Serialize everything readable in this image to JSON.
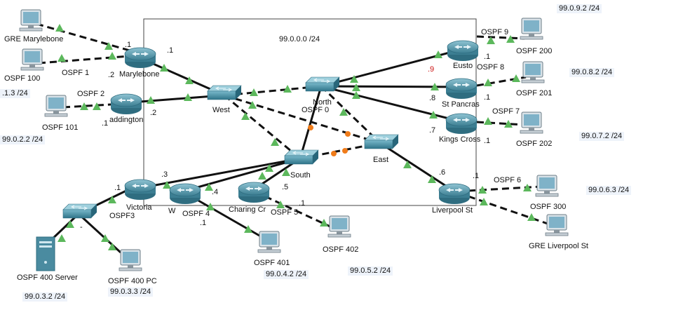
{
  "area_label": "99.0.0.0 /24",
  "subnets": {
    "s1": "99.0.9.2 /24",
    "s2": "99.0.8.2 /24",
    "s3": "99.0.7.2 /24",
    "s4": "99.0.6.3 /24",
    "s5": "99.0.5.2 /24",
    "s6": "99.0.4.2 /24",
    "s7": "99.0.3.2 /24",
    "s8": "99.0.3.3 /24",
    "s9": ".1.3 /24",
    "s10": "99.0.2.2 /24"
  },
  "routers": {
    "marylebone": "Marylebone",
    "paddington": "addington",
    "victoria": "Victoria",
    "waterloo": "W",
    "charing": "Charing Cr",
    "euston": "Eusto",
    "stpancras": "St Pancras",
    "kingscross": "Kings Cross",
    "liverpool": "Liverpool St"
  },
  "switches": {
    "west": "West",
    "north": "North",
    "south": "South",
    "east": "East"
  },
  "pcs": {
    "gre_marylebone": "GRE Marylebone",
    "ospf100": "OSPF 100",
    "ospf101": "OSPF 101",
    "ospf200": "OSPF 200",
    "ospf201": "OSPF 201",
    "ospf202": "OSPF 202",
    "ospf300": "OSPF 300",
    "gre_liverpool": "GRE Liverpool St",
    "ospf402": "OSPF 402",
    "ospf401": "OSPF 401",
    "server": "OSPF 400 Server",
    "pc400": "OSPF 400 PC"
  },
  "ospf_labels": {
    "o0": "OSPF 0",
    "o1": "OSPF 1",
    "o2": "OSPF 2",
    "o3": "OSPF3",
    "o4": "OSPF 4",
    "o5": "OSPF 5",
    "o6": "OSPF 6",
    "o7": "OSPF 7",
    "o8": "OSPF 8",
    "o9": "OSPF 9"
  },
  "ips": {
    "i1": ".1",
    "i2": ".1",
    "i3": ".2",
    "i4": ".2",
    "i5": ".1",
    "i6": ".9",
    "i7": ".1",
    "i8": ".8",
    "i9": ".1",
    "i10": ".7",
    "i11": ".1",
    "i12": ".6",
    "i13": ".1",
    "i14": ".3",
    "i15": ".1",
    "i16": ".4",
    "i17": ".1",
    "i18": ".5",
    "i19": ".1",
    "i20": "-"
  },
  "colors": {
    "link": "#111111",
    "link_up": "#5cb85c",
    "link_down": "#f07c1a",
    "router": "#4a8ba0",
    "switch": "#3d8aa0",
    "area_border": "#444444"
  }
}
